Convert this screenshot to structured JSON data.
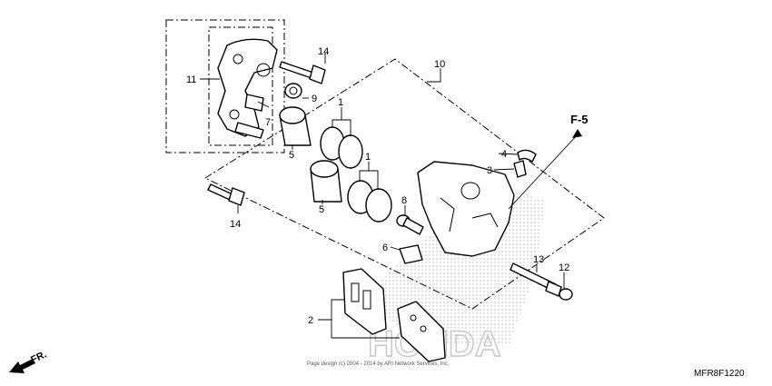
{
  "diagram": {
    "callouts": {
      "c1a": "1",
      "c1b": "1",
      "c2": "2",
      "c3": "3",
      "c4": "4",
      "c5a": "5",
      "c5b": "5",
      "c6": "6",
      "c7": "7",
      "c8": "8",
      "c9": "9",
      "c10": "10",
      "c11": "11",
      "c12": "12",
      "c13": "13",
      "c14a": "14",
      "c14b": "14"
    },
    "reference": "F-5",
    "direction_label": "FR.",
    "diagram_code": "MFR8F1220",
    "copyright": "Page design (c) 2004 - 2014 by ARI Network Services, Inc.",
    "watermark": "HONDA"
  }
}
